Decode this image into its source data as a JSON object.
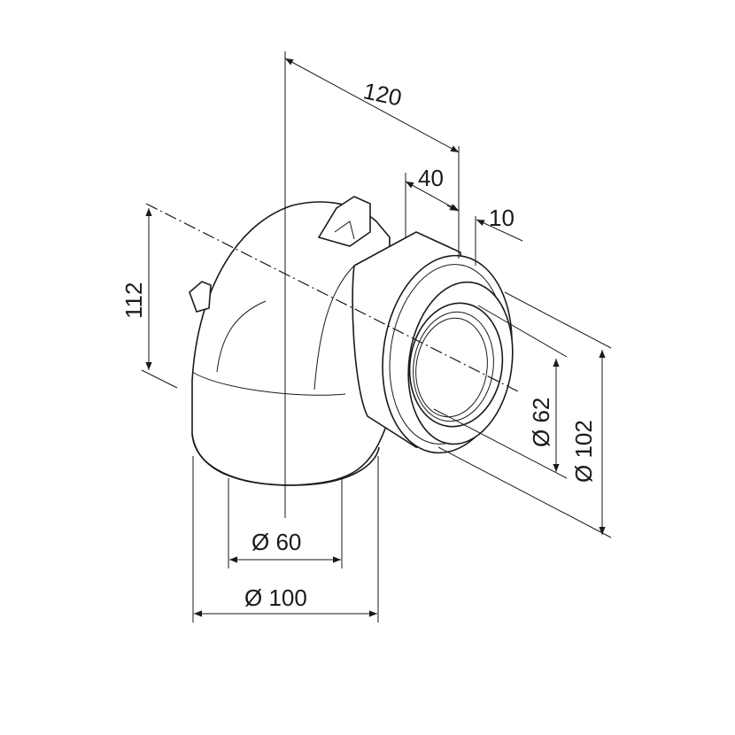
{
  "dimensions": {
    "length_total": "120",
    "length_spigot": "40",
    "length_collar": "10",
    "height": "112",
    "inner_outlet_diameter": "Ø 62",
    "outer_outlet_diameter": "Ø 102",
    "inner_inlet_diameter": "Ø 60",
    "outer_inlet_diameter": "Ø 100"
  }
}
